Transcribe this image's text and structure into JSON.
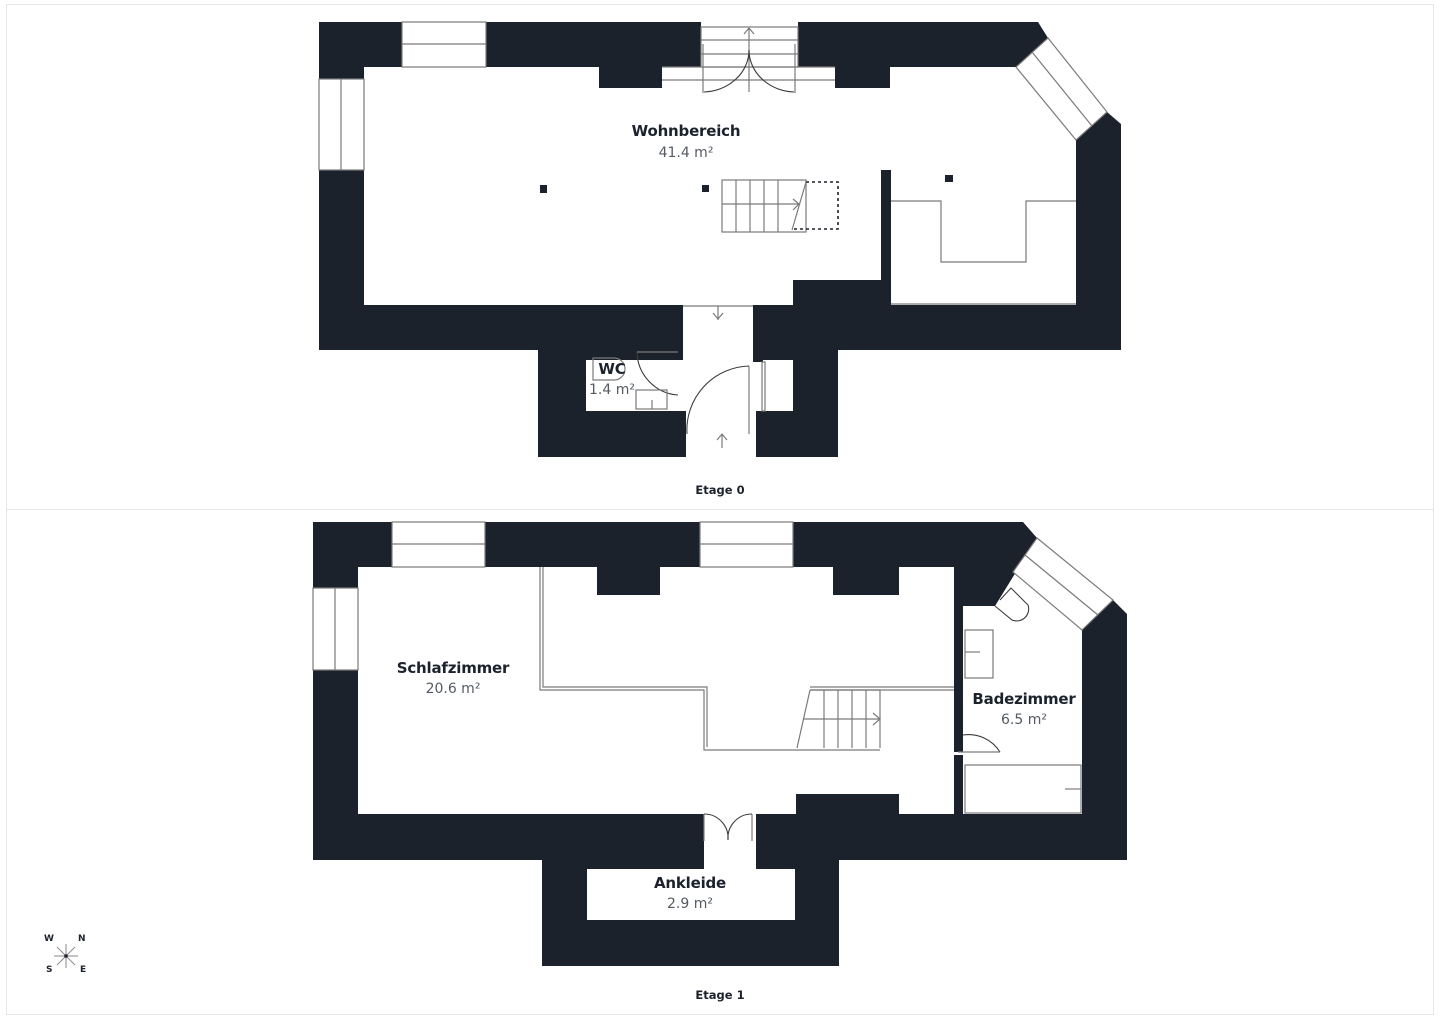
{
  "floors": [
    {
      "label": "Etage 0",
      "rooms": [
        {
          "name": "Wohnbereich",
          "area": "41.4 m²"
        },
        {
          "name": "WC",
          "area": "1.4 m²"
        }
      ]
    },
    {
      "label": "Etage 1",
      "rooms": [
        {
          "name": "Schlafzimmer",
          "area": "20.6 m²"
        },
        {
          "name": "Badezimmer",
          "area": "6.5 m²"
        },
        {
          "name": "Ankleide",
          "area": "2.9 m²"
        }
      ]
    }
  ],
  "compass": {
    "nw": "W",
    "ne": "N",
    "sw": "S",
    "se": "E",
    "icon": "compass-rose-icon"
  },
  "colors": {
    "wall": "#1c222c",
    "background": "#ffffff",
    "frame": "#e6e6e6",
    "fixture_line": "#7a7a7a"
  }
}
